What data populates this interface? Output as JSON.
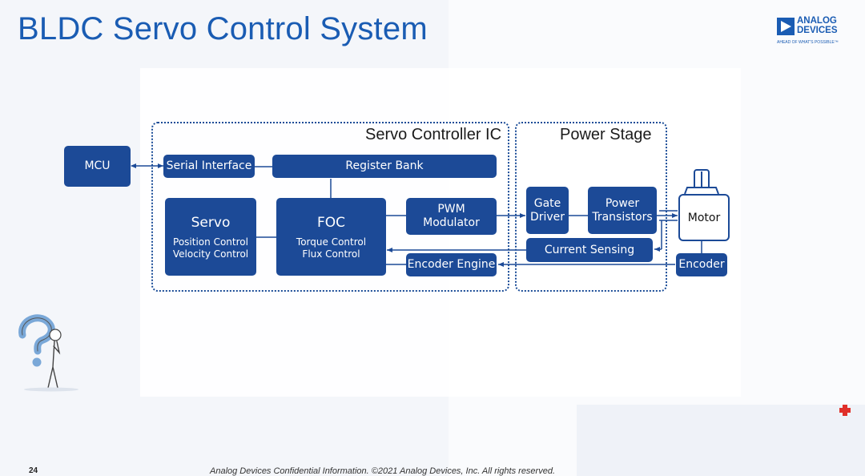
{
  "slide": {
    "title": "BLDC Servo Control System",
    "page_number": "24",
    "footer": "Analog Devices Confidential Information. ©2021 Analog Devices, Inc. All rights reserved."
  },
  "logo": {
    "line1": "ANALOG",
    "line2": "DEVICES",
    "tagline": "AHEAD OF WHAT'S POSSIBLE™",
    "color": "#1a5cb3"
  },
  "diagram": {
    "regions": {
      "servo_ic": "Servo Controller IC",
      "power_stage": "Power Stage"
    },
    "blocks": {
      "mcu": "MCU",
      "serial_interface": "Serial Interface",
      "register_bank": "Register Bank",
      "servo": {
        "title": "Servo",
        "line1": "Position Control",
        "line2": "Velocity Control"
      },
      "foc": {
        "title": "FOC",
        "line1": "Torque Control",
        "line2": "Flux Control"
      },
      "pwm": {
        "line1": "PWM",
        "line2": "Modulator"
      },
      "encoder_engine": "Encoder Engine",
      "gate_driver": {
        "line1": "Gate",
        "line2": "Driver"
      },
      "power_transistors": {
        "line1": "Power",
        "line2": "Transistors"
      },
      "current_sensing": "Current Sensing",
      "motor": "Motor",
      "encoder": "Encoder"
    },
    "colors": {
      "block_fill": "#1c4a97",
      "title": "#1a5cb3",
      "accent_red": "#e0302a"
    }
  }
}
